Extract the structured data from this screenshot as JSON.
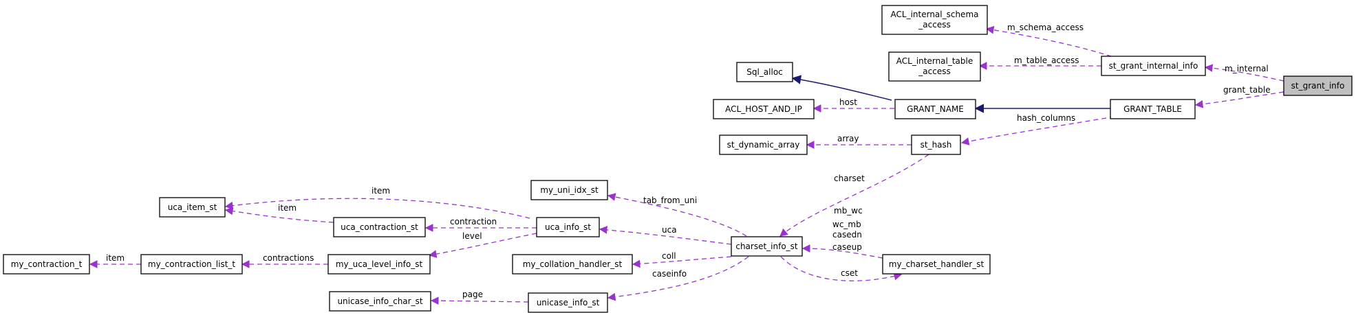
{
  "colors": {
    "usage_edge": "#9a32cd",
    "inherit_edge": "#191970",
    "highlight_fill": "#bfbfbf",
    "node_border": "#000000"
  },
  "nodes": {
    "st_grant_info": "st_grant_info",
    "st_grant_internal_info": "st_grant_internal_info",
    "acl_schema_1": "ACL_internal_schema",
    "acl_schema_2": "_access",
    "acl_table_1": "ACL_internal_table",
    "acl_table_2": "_access",
    "sql_alloc": "Sql_alloc",
    "acl_host": "ACL_HOST_AND_IP",
    "grant_name": "GRANT_NAME",
    "grant_table": "GRANT_TABLE",
    "st_dynamic_array": "st_dynamic_array",
    "st_hash": "st_hash",
    "my_uni_idx_st": "my_uni_idx_st",
    "uca_item_st": "uca_item_st",
    "uca_contraction_st": "uca_contraction_st",
    "uca_info_st": "uca_info_st",
    "charset_info_st": "charset_info_st",
    "my_contraction_t": "my_contraction_t",
    "my_contraction_list_t": "my_contraction_list_t",
    "my_uca_level_info_st": "my_uca_level_info_st",
    "my_collation_handler_st": "my_collation_handler_st",
    "my_charset_handler_st": "my_charset_handler_st",
    "unicase_info_char_st": "unicase_info_char_st",
    "unicase_info_st": "unicase_info_st"
  },
  "edge_labels": {
    "m_schema_access": "m_schema_access",
    "m_table_access": "m_table_access",
    "m_internal": "m_internal",
    "grant_table": "grant_table",
    "host": "host",
    "hash_columns": "hash_columns",
    "array": "array",
    "charset": "charset",
    "tab_from_uni": "tab_from_uni",
    "item_top": "item",
    "item_mid": "item",
    "contraction": "contraction",
    "level": "level",
    "uca": "uca",
    "mb_wc": "mb_wc",
    "wc_mb": "wc_mb",
    "casedn": "casedn",
    "caseup": "caseup",
    "coll": "coll",
    "caseinfo": "caseinfo",
    "cset": "cset",
    "item_left": "item",
    "contractions": "contractions",
    "page": "page"
  }
}
